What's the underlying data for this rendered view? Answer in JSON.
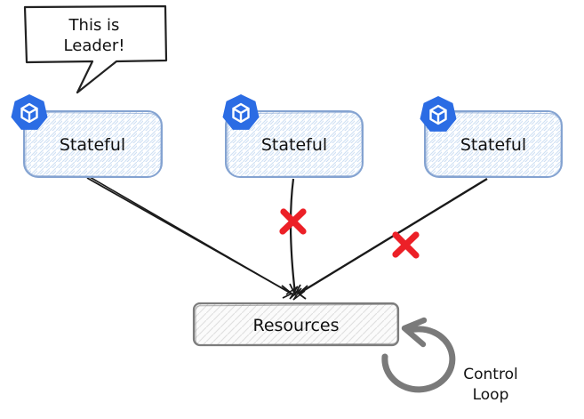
{
  "bubble": {
    "line1": "This is",
    "line2": "Leader!"
  },
  "nodes": [
    {
      "label": "Stateful",
      "icon": "pod-cube-icon"
    },
    {
      "label": "Stateful",
      "icon": "pod-cube-icon"
    },
    {
      "label": "Stateful",
      "icon": "pod-cube-icon"
    }
  ],
  "resources": {
    "label": "Resources"
  },
  "control_loop": {
    "line1": "Control",
    "line2": "Loop"
  },
  "colors": {
    "background": "#ffffff",
    "node_border": "#84a3d1",
    "node_hatch": "#cfe0f4",
    "icon_blue": "#2b6ce4",
    "icon_cube": "#ffffff",
    "resource_border": "#7d7d7d",
    "resource_hatch": "#e0e0e0",
    "connector": "#1a1a1a",
    "cross": "#ec2027",
    "loop": "#7a7a7a",
    "bubble_border": "#222222",
    "text": "#111111"
  }
}
